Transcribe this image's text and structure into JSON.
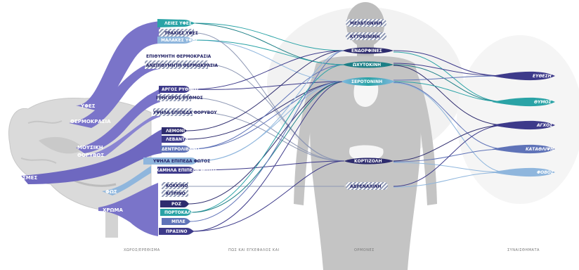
{
  "colors": {
    "purple": "#7a74c9",
    "purple_dark": "#3d3a8a",
    "navy": "#2e2c6e",
    "teal": "#2aa3a6",
    "teal_dark": "#1c7f86",
    "slate": "#5f73b8",
    "light_blue": "#8fb6dd",
    "body_gray": "#c8c8c8",
    "brain_gray": "#d7d7d7",
    "hatch": "#8e98b4"
  },
  "categories": {
    "yfes": "ΥΦΕΣ",
    "thermokrasia": "ΘΕΡΜΟΚΡΑΣΙΑ",
    "mousiki": "ΜΟΥΣΙΚΗ",
    "thoryvos": "ΘΟΡΥΒΟΣ",
    "osmes": "ΟΣΜΕΣ",
    "fos": "ΦΩΣ",
    "xroma": "ΧΡΩΜΑ"
  },
  "stimuli": {
    "leies_yfes": "ΛΕΙΕΣ ΥΦΕΣ",
    "traxies_yfes": "ΤΡΑΧΙΕΣ ΥΦΕΣ",
    "malakes_yfes": "ΜΑΛΑΚΕΣ ΥΦΕΣ",
    "eythymi_thermokrasia": "ΕΠΙΘΥΜΗΤΗ ΘΕΡΜΟΚΡΑΣΙΑ",
    "anepithymiti_thermokrasia": "ΑΝΕΠΙΘΥΜΗΤΗ ΘΕΡΜΟΚΡΑΣΙΑ",
    "argos_rythmos": "ΑΡΓΟΣ ΡΥΘΜΟΣ",
    "grigoros_rythmos": "ΓΡΗΓΟΡΟΣ ΡΥΘΜΟΣ",
    "ypsila_thoryvou": "ΥΨΗΛΑ ΕΠΙΠΕΔΑ ΘΟΡΥΒΟΥ",
    "lemoni": "ΛΕΜΟΝΙ",
    "levanta": "ΛΕΒΑΝΤΑ",
    "dentrolivano": "ΔΕΝΤΡΟΛΙΒΑΝΟ",
    "ypsila_fotos": "ΥΨΗΛΑ ΕΠΙΠΕΔΑ ΦΩΤΟΣ",
    "xamila_fotos": "ΧΑΜΗΛΑ ΕΠΙΠΕΔΑ ΦΩΤΟΣ",
    "kokkino": "ΚΟΚΚΙΝΟ",
    "kitrino": "ΚΙΤΡΙΝΟ",
    "roz": "ΡΟΖ",
    "portokali": "ΠΟΡΤΟΚΑΛΙ",
    "mple": "ΜΠΛΕ",
    "prasino": "ΠΡΑΣΙΝΟ"
  },
  "hormones": {
    "melatonini": "ΜΕΛΑΤΟΝΙΝΗ",
    "kytokinini": "ΚΥΤΟΚΙΝΙΝΗ",
    "endorfines": "ΕΝΔΟΡΦΙΝΕΣ",
    "oxytokini": "ΩΧΥΤΟΚΙΝΗ",
    "serotonini": "ΣΕΡΟΤΟΝΙΝΗ",
    "kortizoli": "ΚΟΡΤΙΖΟΛΗ",
    "adrenalini": "ΑΔΡΕΝΑΛΙΝΗ"
  },
  "emotions": {
    "eythesi": "ΕΥΘΕΣΗ",
    "thymos": "ΘΥΜΟΣ",
    "agxos": "ΑΓΧΟΣ",
    "katathlipsi": "ΚΑΤΑΘΛΙΨΗ",
    "fovos": "ΦΟΒΟΣ"
  },
  "footer": {
    "col1": "ΧΩΡΟΣ/ΕΡΕΘΙΣΜΑ",
    "col2": "ΠΩΣ ΚΑΙ ΕΓΚΕΦΑΛΟΣ ΚΑΙ",
    "col3": "ΟΡΜΟΝΕΣ",
    "col4": "ΣΥΝΑΙΣΘΗΜΑΤΑ"
  }
}
